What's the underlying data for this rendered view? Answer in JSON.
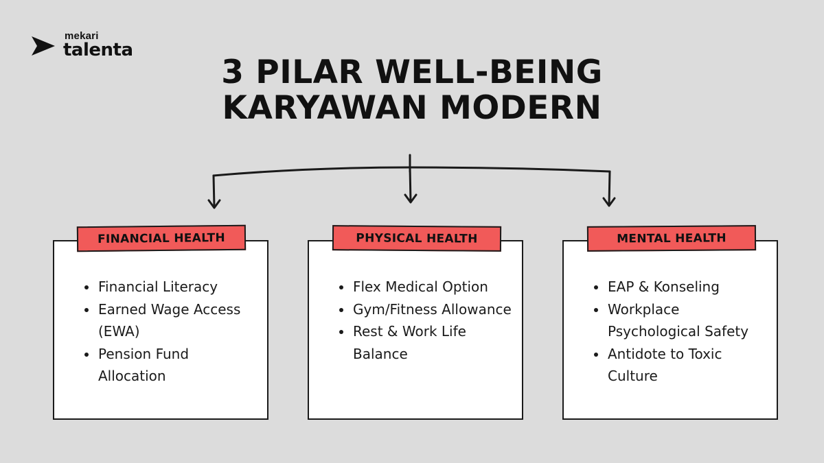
{
  "brand": {
    "small": "mekari",
    "large": "talenta"
  },
  "title": {
    "line1": "3 PILAR WELL-BEING",
    "line2": "KARYAWAN MODERN"
  },
  "pillars": [
    {
      "label": "FINANCIAL HEALTH",
      "items": [
        "Financial Literacy",
        "Earned Wage Access (EWA)",
        "Pension Fund Allocation"
      ]
    },
    {
      "label": "PHYSICAL HEALTH",
      "items": [
        "Flex Medical Option",
        "Gym/Fitness Allowance",
        "Rest & Work Life Balance"
      ]
    },
    {
      "label": "MENTAL HEALTH",
      "items": [
        "EAP & Konseling",
        "Workplace Psychological Safety",
        "Antidote to Toxic Culture"
      ]
    }
  ],
  "colors": {
    "background": "#dcdcdc",
    "tag": "#f15a59",
    "card": "#ffffff",
    "ink": "#1a1a1a"
  }
}
